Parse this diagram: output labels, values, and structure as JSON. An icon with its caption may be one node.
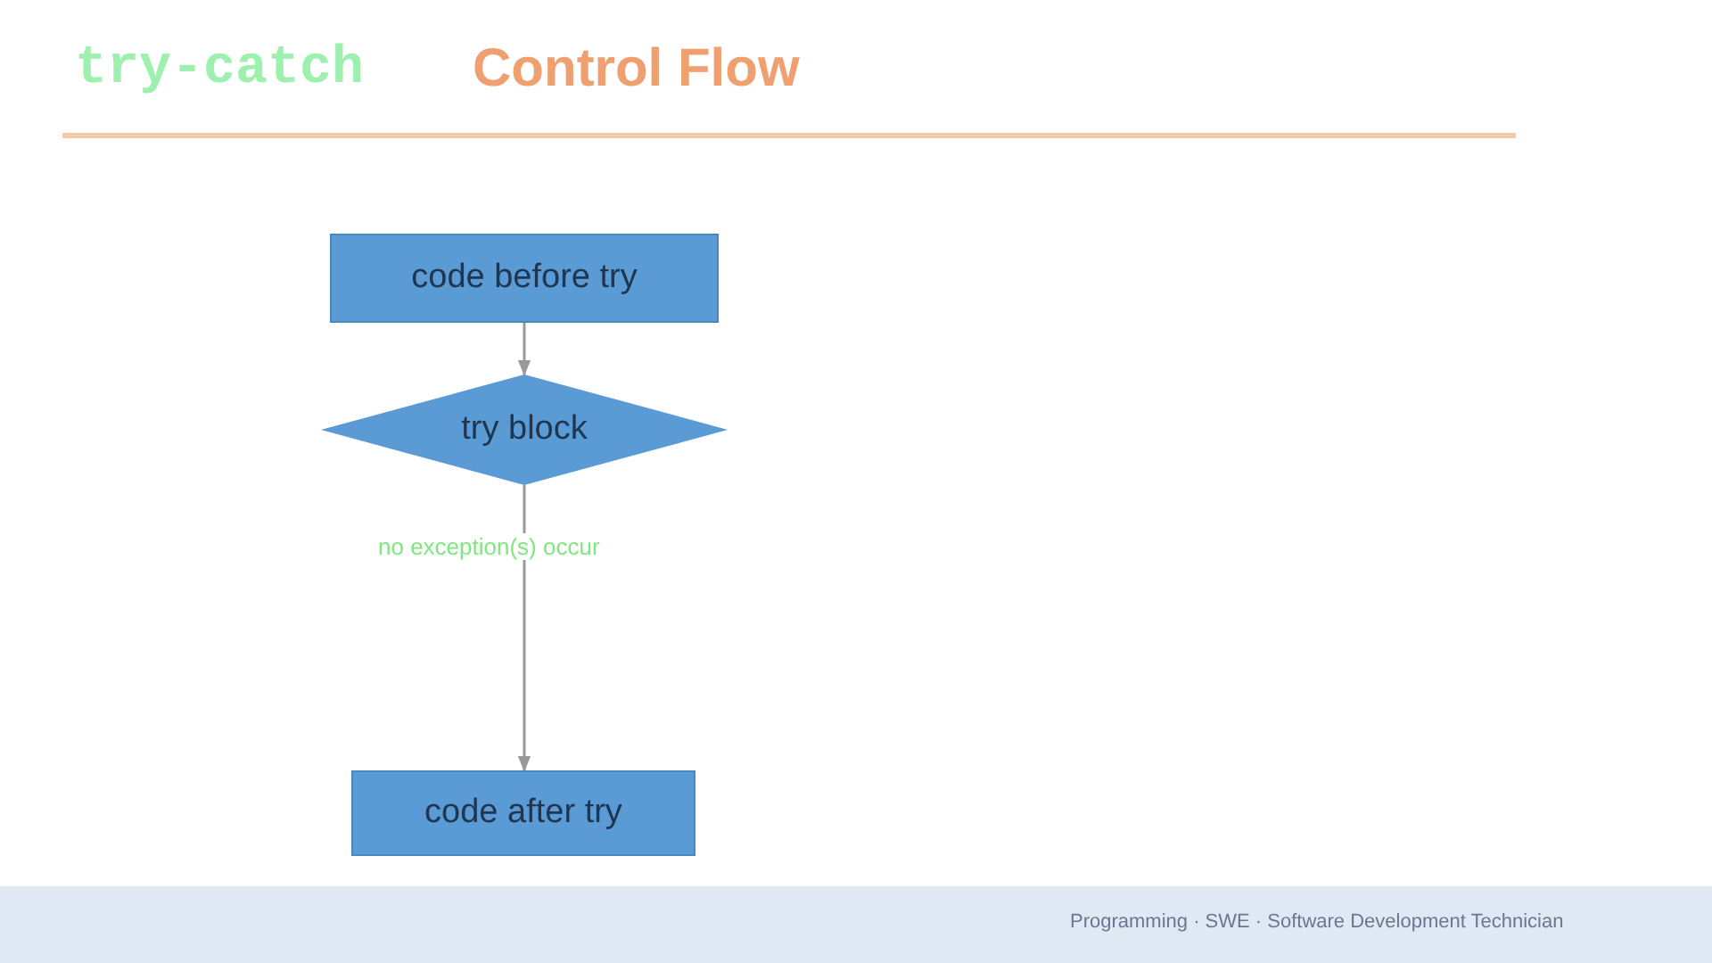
{
  "diagram": {
    "title": "Control Flow",
    "nodes": [
      {
        "text": [
          "code before try"
        ]
      },
      {
        "text": [
          "try block"
        ]
      },
      {
        "text": [
          "code after try"
        ]
      }
    ],
    "edges": [
      {
        "from": 0,
        "to": 1,
        "arrow": "to"
      },
      {
        "from": 1,
        "to": 2,
        "arrow": "to",
        "label": "no exception(s) occur"
      }
    ],
    "labels": [
      "try-catch",
      "Programming · SWE · Software Development Technician"
    ]
  }
}
